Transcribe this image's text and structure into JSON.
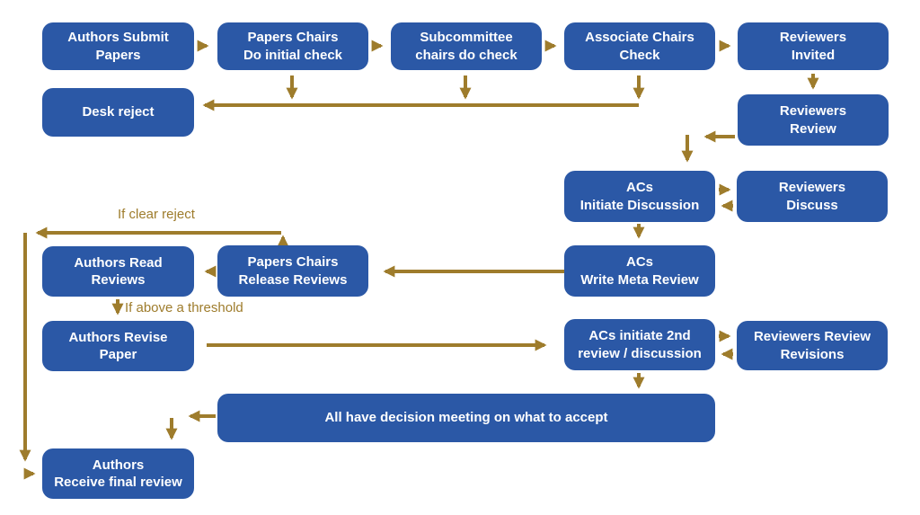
{
  "palette": {
    "node_fill": "#2B58A6",
    "node_text": "#FFFFFF",
    "arrow": "#9E7C2C",
    "label_text": "#9E7C2C",
    "background": "#FFFFFF"
  },
  "nodes": [
    {
      "id": "authors-submit-papers",
      "lines": [
        "Authors Submit",
        "Papers"
      ]
    },
    {
      "id": "papers-chairs-initial-check",
      "lines": [
        "Papers Chairs",
        "Do initial check"
      ]
    },
    {
      "id": "subcommittee-chairs-check",
      "lines": [
        "Subcommittee",
        "chairs do check"
      ]
    },
    {
      "id": "associate-chairs-check",
      "lines": [
        "Associate Chairs",
        "Check"
      ]
    },
    {
      "id": "reviewers-invited",
      "lines": [
        "Reviewers",
        "Invited"
      ]
    },
    {
      "id": "desk-reject",
      "lines": [
        "Desk reject"
      ]
    },
    {
      "id": "reviewers-review",
      "lines": [
        "Reviewers",
        "Review"
      ]
    },
    {
      "id": "acs-initiate-discussion",
      "lines": [
        "ACs",
        "Initiate Discussion"
      ]
    },
    {
      "id": "reviewers-discuss",
      "lines": [
        "Reviewers",
        "Discuss"
      ]
    },
    {
      "id": "acs-write-meta-review",
      "lines": [
        "ACs",
        "Write Meta Review"
      ]
    },
    {
      "id": "authors-read-reviews",
      "lines": [
        "Authors Read",
        "Reviews"
      ]
    },
    {
      "id": "papers-chairs-release-reviews",
      "lines": [
        "Papers Chairs",
        "Release Reviews"
      ]
    },
    {
      "id": "authors-revise-paper",
      "lines": [
        "Authors Revise",
        "Paper"
      ]
    },
    {
      "id": "acs-initiate-2nd-review",
      "lines": [
        "ACs initiate 2nd",
        "review / discussion"
      ]
    },
    {
      "id": "reviewers-review-revisions",
      "lines": [
        "Reviewers Review",
        "Revisions"
      ]
    },
    {
      "id": "decision-meeting",
      "lines": [
        "All have decision meeting on what to accept"
      ]
    },
    {
      "id": "authors-receive-final-review",
      "lines": [
        "Authors",
        "Receive final review"
      ]
    }
  ],
  "edge_labels": {
    "clear_reject": "If clear reject",
    "above_threshold": "If above a threshold"
  },
  "edges": [
    {
      "from": "authors-submit-papers",
      "to": "papers-chairs-initial-check"
    },
    {
      "from": "papers-chairs-initial-check",
      "to": "subcommittee-chairs-check"
    },
    {
      "from": "subcommittee-chairs-check",
      "to": "associate-chairs-check"
    },
    {
      "from": "associate-chairs-check",
      "to": "reviewers-invited"
    },
    {
      "from": "papers-chairs-initial-check",
      "to": "desk-reject"
    },
    {
      "from": "subcommittee-chairs-check",
      "to": "desk-reject"
    },
    {
      "from": "associate-chairs-check",
      "to": "desk-reject"
    },
    {
      "from": "reviewers-invited",
      "to": "reviewers-review"
    },
    {
      "from": "reviewers-review",
      "to": "acs-initiate-discussion"
    },
    {
      "from": "acs-initiate-discussion",
      "to": "reviewers-discuss"
    },
    {
      "from": "reviewers-discuss",
      "to": "acs-initiate-discussion"
    },
    {
      "from": "acs-initiate-discussion",
      "to": "acs-write-meta-review"
    },
    {
      "from": "acs-write-meta-review",
      "to": "papers-chairs-release-reviews"
    },
    {
      "from": "papers-chairs-release-reviews",
      "to": "authors-read-reviews"
    },
    {
      "from": "papers-chairs-release-reviews",
      "to": "authors-receive-final-review",
      "label": "If clear reject"
    },
    {
      "from": "authors-read-reviews",
      "to": "authors-revise-paper",
      "label": "If above a threshold"
    },
    {
      "from": "authors-revise-paper",
      "to": "acs-initiate-2nd-review"
    },
    {
      "from": "acs-initiate-2nd-review",
      "to": "reviewers-review-revisions"
    },
    {
      "from": "reviewers-review-revisions",
      "to": "acs-initiate-2nd-review"
    },
    {
      "from": "acs-initiate-2nd-review",
      "to": "decision-meeting"
    },
    {
      "from": "decision-meeting",
      "to": "authors-receive-final-review"
    }
  ]
}
